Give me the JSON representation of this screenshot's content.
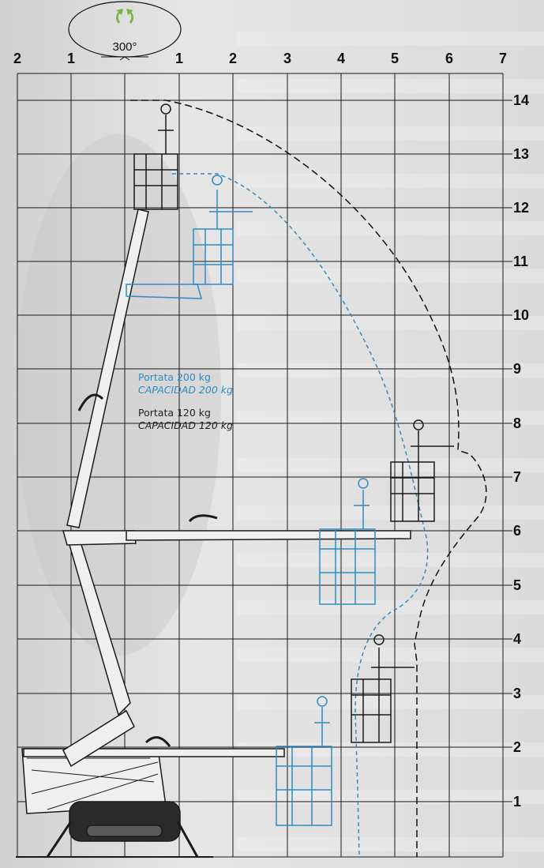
{
  "top_scale": {
    "labels": [
      "2",
      "1",
      "1",
      "2",
      "3",
      "4",
      "5",
      "6",
      "7"
    ]
  },
  "height_scale": {
    "labels": [
      "14",
      "13",
      "12",
      "11",
      "10",
      "9",
      "8",
      "7",
      "6",
      "5",
      "4",
      "3",
      "2",
      "1"
    ]
  },
  "rotation": {
    "label": "300°"
  },
  "legend": {
    "blue_line1": "Portata 200 kg",
    "blue_line2": "CAPACIDAD 200 kg",
    "dark_line1": "Portata 120 kg",
    "dark_line2": "CAPACIDAD 120 kg"
  },
  "colors": {
    "blue_envelope": "#2f8cc0",
    "dark_envelope": "#111111",
    "grid": "#1a1a1a",
    "rotation_arrows": "#7cb342"
  }
}
